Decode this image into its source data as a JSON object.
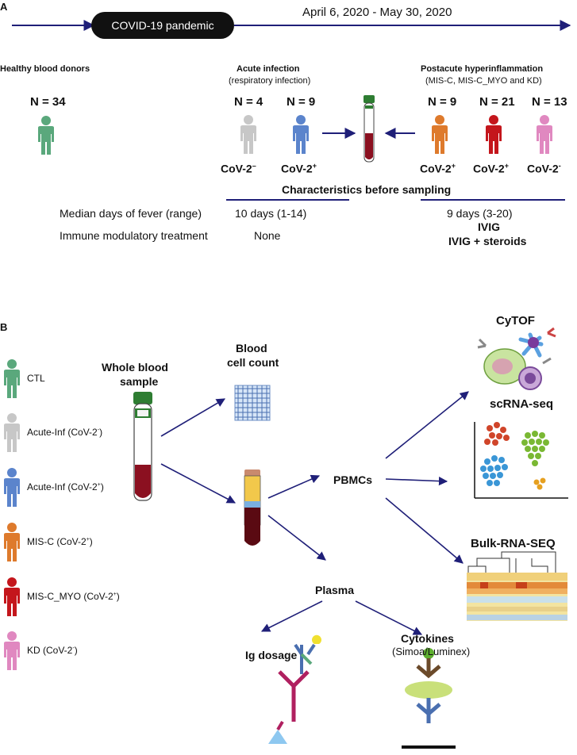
{
  "panel_a": {
    "label": "A",
    "pill": "COVID-19 pandemic",
    "dates": "April 6, 2020 - May 30, 2020",
    "groups": {
      "healthy": {
        "title": "Healthy blood donors",
        "n": "N = 34"
      },
      "acute": {
        "title": "Acute infection",
        "subtitle": "(respiratory infection)",
        "n1": "N = 4",
        "n2": "N = 9",
        "l1": "CoV-2",
        "l1_sup": "–",
        "l2": "CoV-2",
        "l2_sup": "+"
      },
      "post": {
        "title": "Postacute hyperinflammation",
        "subtitle": "(MIS-C, MIS-C_MYO and KD)",
        "n1": "N = 9",
        "n2": "N = 21",
        "n3": "N = 13",
        "l1": "CoV-2",
        "l1_sup": "+",
        "l2": "CoV-2",
        "l2_sup": "+",
        "l3": "CoV-2",
        "l3_sup": "-"
      }
    },
    "characteristics_title": "Characteristics before sampling",
    "row1_label": "Median days of fever (range)",
    "row1_acute": "10 days (1-14)",
    "row1_post": "9 days (3-20)",
    "row2_label": "Immune modulatory treatment",
    "row2_acute": "None",
    "row2_post1": "IVIG",
    "row2_post2": "IVIG + steroids"
  },
  "panel_b": {
    "label": "B",
    "legend": [
      {
        "text": "CTL",
        "sup": "",
        "color": "#5aa87c"
      },
      {
        "text": "Acute-Inf (CoV-2",
        "sup": "-",
        "suffix": ")",
        "color": "#c7c7c7"
      },
      {
        "text": "Acute-Inf (CoV-2",
        "sup": "+",
        "suffix": ")",
        "color": "#5b84cc"
      },
      {
        "text": "MIS-C (CoV-2",
        "sup": "+",
        "suffix": ")",
        "color": "#de7a2c"
      },
      {
        "text": "MIS-C_MYO (CoV-2",
        "sup": "+",
        "suffix": ")",
        "color": "#c4161c"
      },
      {
        "text": "KD (CoV-2",
        "sup": "-",
        "suffix": ")",
        "color": "#e088c0"
      }
    ],
    "whole_blood": [
      "Whole blood",
      "sample"
    ],
    "blood_count": [
      "Blood",
      "cell count"
    ],
    "pbmcs": "PBMCs",
    "plasma": "Plasma",
    "cytof": "CyTOF",
    "scrna": "scRNA-seq",
    "bulk": "Bulk-RNA-SEQ",
    "ig": "Ig dosage",
    "cytokines": "Cytokines",
    "cytokines_sub": "(Simoa/Luminex)"
  },
  "colors": {
    "navy": "#1f1f78",
    "healthy": "#5aa87c",
    "cov_neg": "#c7c7c7",
    "cov_pos": "#5b84cc",
    "misc": "#de7a2c",
    "misc_myo": "#c4161c",
    "kd": "#e088c0"
  }
}
